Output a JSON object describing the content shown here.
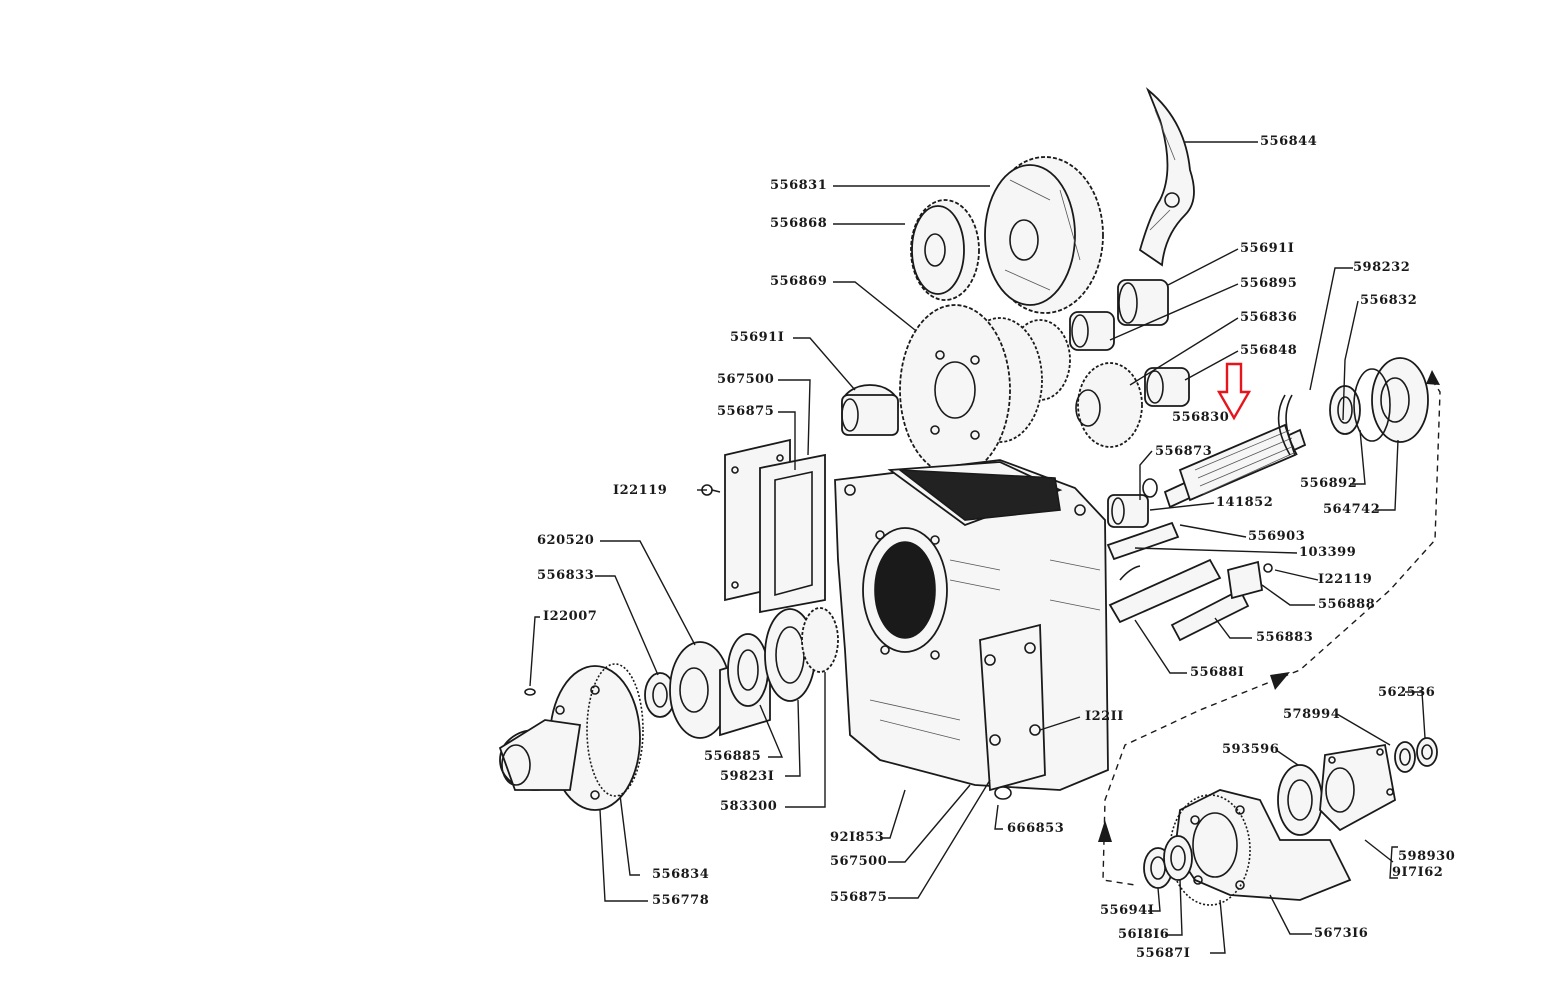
{
  "diagram": {
    "labels": {
      "p556844": "556844",
      "p556831": "556831",
      "p556868": "556868",
      "p556869": "556869",
      "p556911a": "55691I",
      "p556911b": "55691I",
      "p556895": "556895",
      "p556836": "556836",
      "p556848": "556848",
      "p598232": "598232",
      "p556832": "556832",
      "p567500a": "567500",
      "p556875a": "556875",
      "p556830": "556830",
      "p556873": "556873",
      "p122119a": "I22119",
      "p141852": "141852",
      "p556892": "556892",
      "p564742": "564742",
      "p620520": "620520",
      "p556903": "556903",
      "p103399": "103399",
      "p556833": "556833",
      "p122119b": "I22119",
      "p556888": "556888",
      "p122007": "I22007",
      "p556883": "556883",
      "p556881": "55688I",
      "p562536": "562536",
      "p578994": "578994",
      "p12211x": "I22II",
      "p593596": "593596",
      "p556885": "556885",
      "p598231": "59823I",
      "p583300": "583300",
      "p921853": "92I853",
      "p567500b": "567500",
      "p556875b": "556875",
      "p666853": "666853",
      "p556834": "556834",
      "p556778": "556778",
      "p598930": "598930",
      "p917162": "9I7I62",
      "p556941": "55694I",
      "p561816": "56I8I6",
      "p556871": "55687I",
      "p567316": "5673I6"
    },
    "highlight": {
      "target_label": "556830",
      "color": "#e8141c",
      "icon": "down-arrow-icon"
    },
    "icons": {
      "flow_arrow": "dashed-flow-arrow-icon"
    }
  }
}
